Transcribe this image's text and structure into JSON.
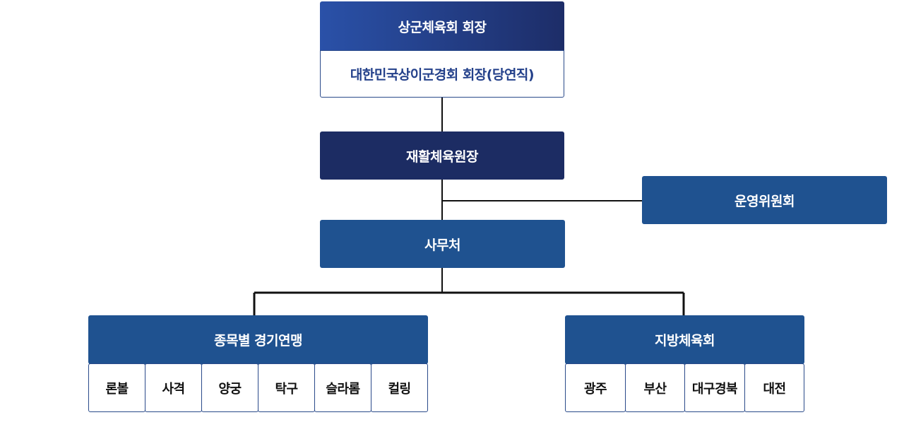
{
  "chairman": {
    "title": "상군체육회 회장",
    "subtitle": "대한민국상이군경회 회장(당연직)"
  },
  "rehab_director": {
    "label": "재활체육원장"
  },
  "committee": {
    "label": "운영위원회"
  },
  "secretariat": {
    "label": "사무처"
  },
  "sports_federations": {
    "label": "종목별 경기연맹",
    "items": [
      "론볼",
      "사격",
      "양궁",
      "탁구",
      "슬라롬",
      "컬링"
    ]
  },
  "regional_councils": {
    "label": "지방체육회",
    "items": [
      "광주",
      "부산",
      "대구경북",
      "대전"
    ]
  },
  "colors": {
    "navy": "#1c2c63",
    "blue": "#1f5290",
    "line": "#111111"
  }
}
